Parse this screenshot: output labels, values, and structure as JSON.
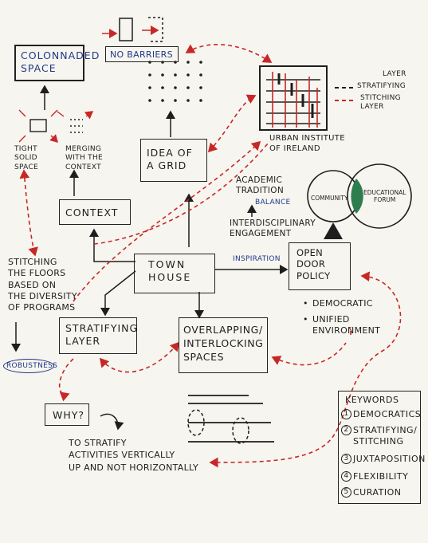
{
  "labels": {
    "colonnaded_space": "COLONNADED\nSPACE",
    "no_barriers": "NO BARRIERS",
    "layer": "LAYER",
    "stratifying": "STRATIFYING",
    "stitching_layer": "STITCHING\nLAYER",
    "urban_institute": "URBAN INSTITUTE\nOF IRELAND",
    "tight_solid_space": "TIGHT\nSOLID\nSPACE",
    "merging_context": "MERGING\nWITH THE\nCONTEXT",
    "idea_of_grid": "IDEA OF\nA GRID",
    "academic_tradition": "ACADEMIC\nTRADITION",
    "balance": "BALANCE",
    "community": "COMMUNITY",
    "educational_forum": "EDUCATIONAL\nFORUM",
    "context": "CONTEXT",
    "interdisciplinary": "INTERDISCIPLINARY\nENGAGEMENT",
    "stitching_floors": "STITCHING\nTHE FLOORS\nBASED ON\nTHE DIVERSITY\nOF PROGRAMS",
    "town_house": "TOWN\nHOUSE",
    "inspiration": "INSPIRATION",
    "open_door_policy": "OPEN\nDOOR\nPOLICY",
    "democratic": "DEMOCRATIC",
    "unified_environment": "UNIFIED\nENVIRONMENT",
    "stratifying_layer": "STRATIFYING\nLAYER",
    "robustness": "ROBUSTNESS",
    "overlapping": "OVERLAPPING/\nINTERLOCKING\nSPACES",
    "why": "WHY?",
    "to_stratify": "TO STRATIFY\nACTIVITIES VERTICALLY\nUP AND NOT HORIZONTALLY"
  },
  "keywords": {
    "title": "KEYWORDS",
    "items": [
      {
        "num": "1",
        "text": "DEMOCRATICS"
      },
      {
        "num": "2",
        "text": "STRATIFYING/\nSTITCHING"
      },
      {
        "num": "3",
        "text": "JUXTAPOSITION"
      },
      {
        "num": "4",
        "text": "FLEXIBILITY"
      },
      {
        "num": "5",
        "text": "CURATION"
      }
    ]
  },
  "colors": {
    "ink": "#1e1e1e",
    "red": "#c62828",
    "blue": "#1f3a8a",
    "green": "#2e7d4f"
  }
}
